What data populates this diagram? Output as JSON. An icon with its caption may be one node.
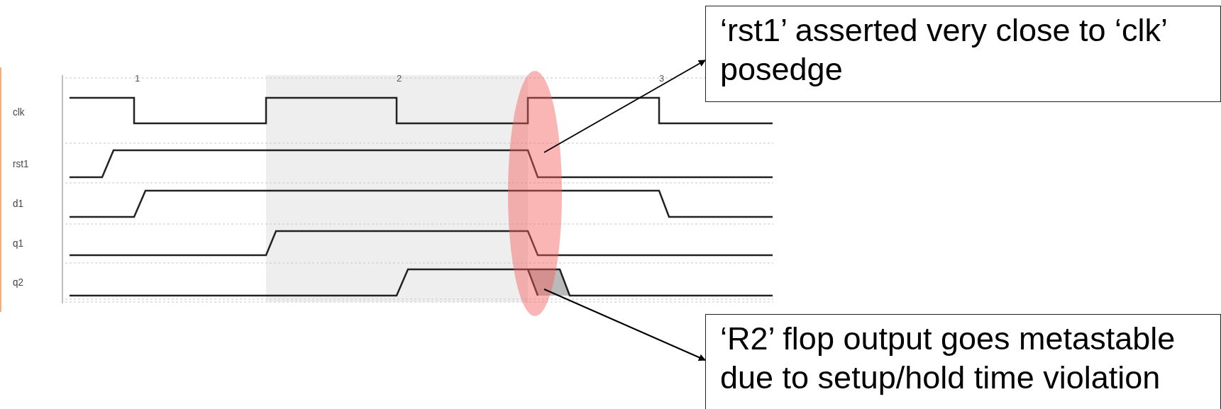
{
  "diagram": {
    "nodes": [
      {
        "text": [
          "‘rst1’ asserted very close to ‘clk’ posedge"
        ]
      },
      {
        "text": [
          "‘R2’ flop output goes metastable due to setup/hold time violation"
        ]
      },
      {
        "text": [],
        "shape": "ellipse"
      },
      {
        "text": [],
        "shape": "polygon"
      }
    ],
    "edges": [
      {
        "from": 2,
        "to": 0,
        "arrow": "to"
      },
      {
        "from": 3,
        "to": 1,
        "arrow": "to"
      }
    ],
    "labels": [
      "1",
      "2",
      "3",
      "clk",
      "rst1",
      "d1",
      "q1",
      "q2"
    ]
  }
}
